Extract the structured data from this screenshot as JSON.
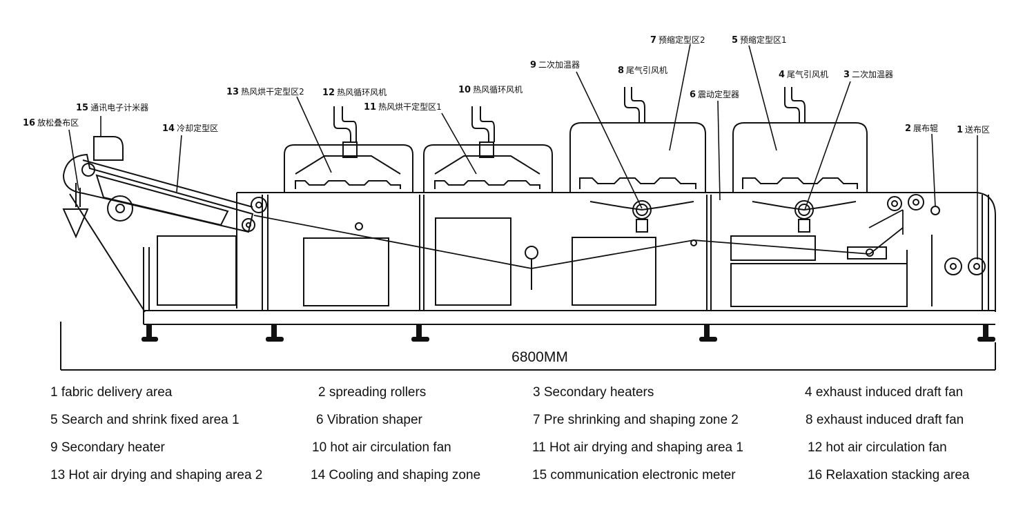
{
  "callouts": [
    {
      "num": "1",
      "text": "送布区"
    },
    {
      "num": "2",
      "text": "展布辊"
    },
    {
      "num": "3",
      "text": "二次加温器"
    },
    {
      "num": "4",
      "text": "尾气引风机"
    },
    {
      "num": "5",
      "text": "预缩定型区1"
    },
    {
      "num": "6",
      "text": "震动定型器"
    },
    {
      "num": "7",
      "text": "预缩定型区2"
    },
    {
      "num": "8",
      "text": "尾气引风机"
    },
    {
      "num": "9",
      "text": "二次加温器"
    },
    {
      "num": "10",
      "text": "热风循环风机"
    },
    {
      "num": "11",
      "text": "热风烘干定型区1"
    },
    {
      "num": "12",
      "text": "热风循环风机"
    },
    {
      "num": "13",
      "text": "热风烘干定型区2"
    },
    {
      "num": "14",
      "text": "冷却定型区"
    },
    {
      "num": "15",
      "text": "通讯电子计米器"
    },
    {
      "num": "16",
      "text": "放松叠布区"
    }
  ],
  "dimension": "6800MM",
  "legend": [
    "1 fabric delivery area",
    "2 spreading rollers",
    "3 Secondary heaters",
    "4 exhaust induced draft fan",
    "5 Search and shrink fixed area 1",
    "6 Vibration shaper",
    "7 Pre shrinking and shaping zone 2",
    "8 exhaust induced draft fan",
    "9 Secondary heater",
    "10 hot air circulation fan",
    "11 Hot air drying and shaping area 1",
    "12 hot air circulation fan",
    "13 Hot air drying and shaping area 2",
    "14 Cooling and shaping zone",
    "15 communication electronic meter",
    "16 Relaxation stacking area"
  ]
}
